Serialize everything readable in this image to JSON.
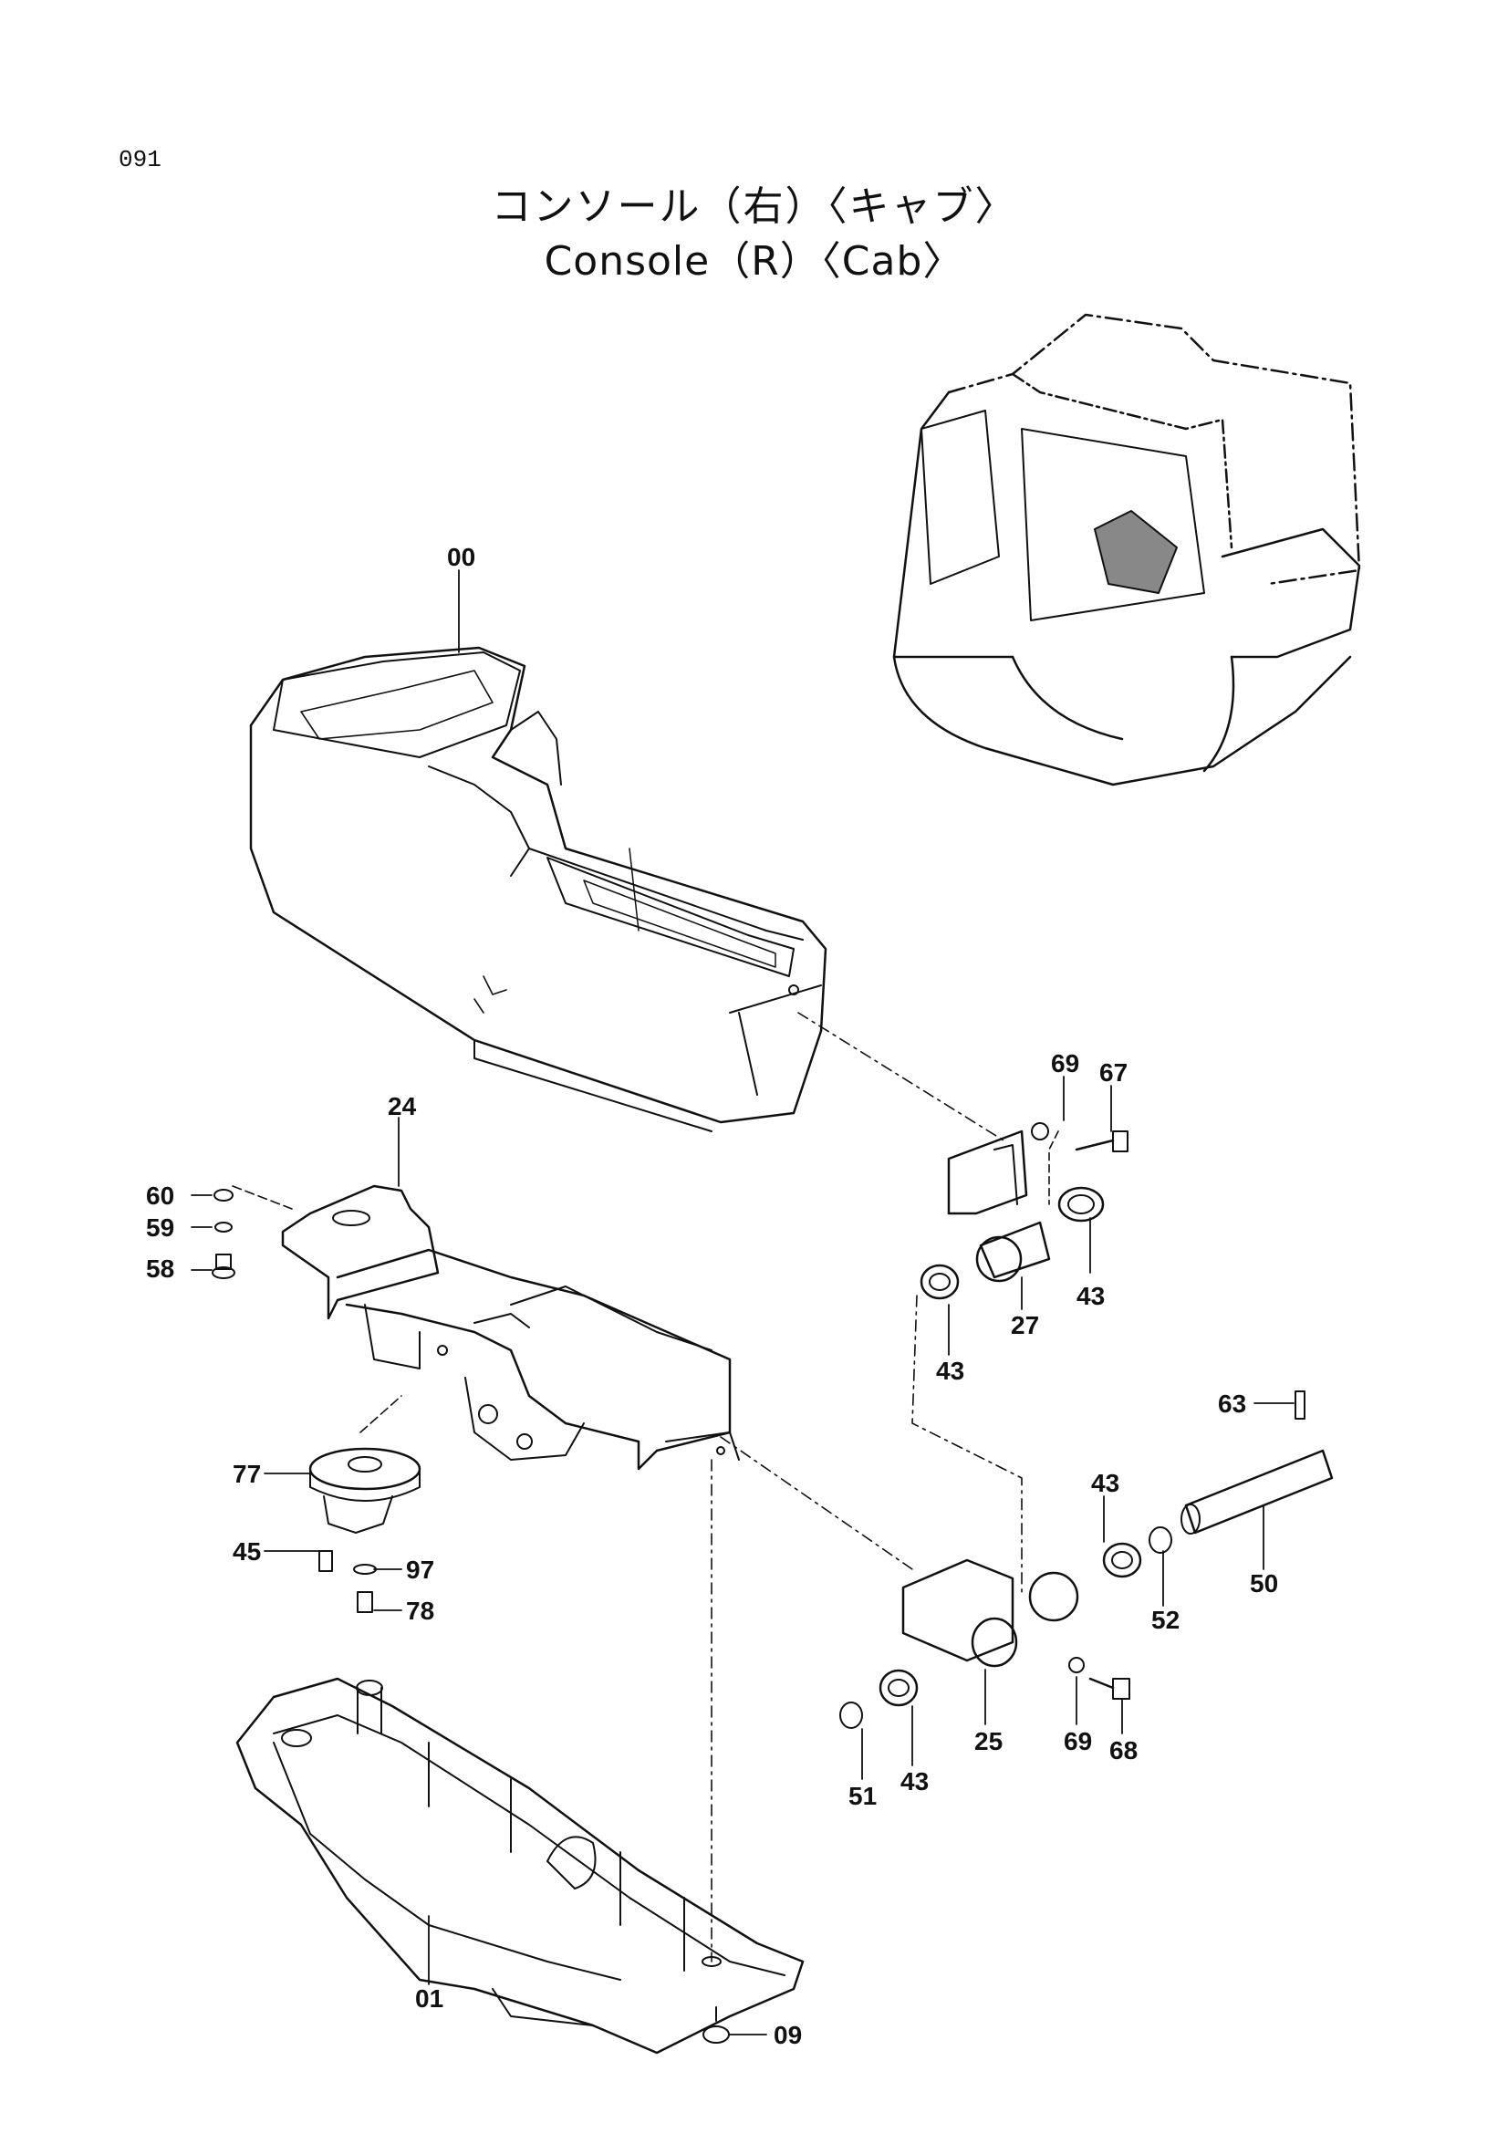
{
  "page": {
    "number": "091"
  },
  "title": {
    "japanese": "コンソール（右）〈キャブ〉",
    "english": "Console（R）〈Cab〉"
  },
  "callouts": {
    "c00": "00",
    "c01": "01",
    "c09": "09",
    "c24": "24",
    "c25": "25",
    "c27": "27",
    "c43a": "43",
    "c43b": "43",
    "c43c": "43",
    "c43d": "43",
    "c45": "45",
    "c50": "50",
    "c51": "51",
    "c52": "52",
    "c58": "58",
    "c59": "59",
    "c60": "60",
    "c63": "63",
    "c67": "67",
    "c68": "68",
    "c69a": "69",
    "c69b": "69",
    "c77": "77",
    "c78": "78",
    "c97": "97"
  }
}
